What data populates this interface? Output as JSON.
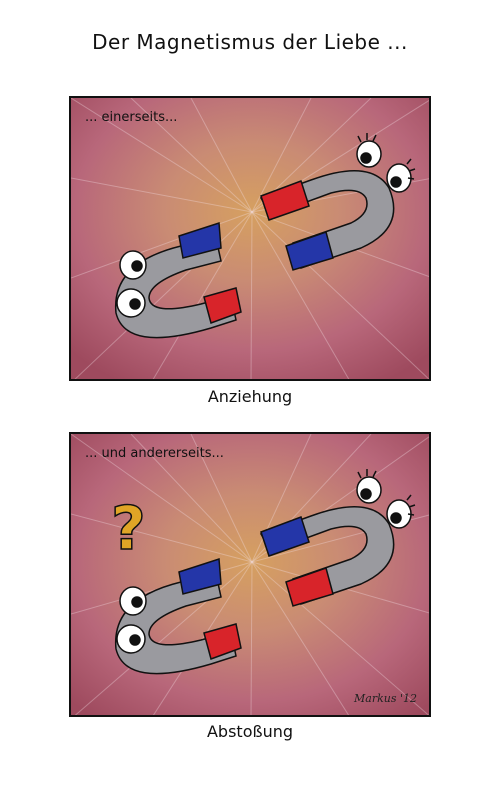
{
  "title": "Der Magnetismus der Liebe ...",
  "panels": [
    {
      "caption": "... einerseits...",
      "label": "Anziehung"
    },
    {
      "caption": "... und andererseits...",
      "label": "Abstoßung",
      "question": "?",
      "signature": "Markus '12"
    }
  ],
  "colors": {
    "burst_center": "#c8925a",
    "burst_edge": "#b35a6a",
    "magnet_gray": "#9a9a9f",
    "pole_red": "#d8242a",
    "pole_blue": "#2436a8",
    "question": "#e0a526"
  }
}
